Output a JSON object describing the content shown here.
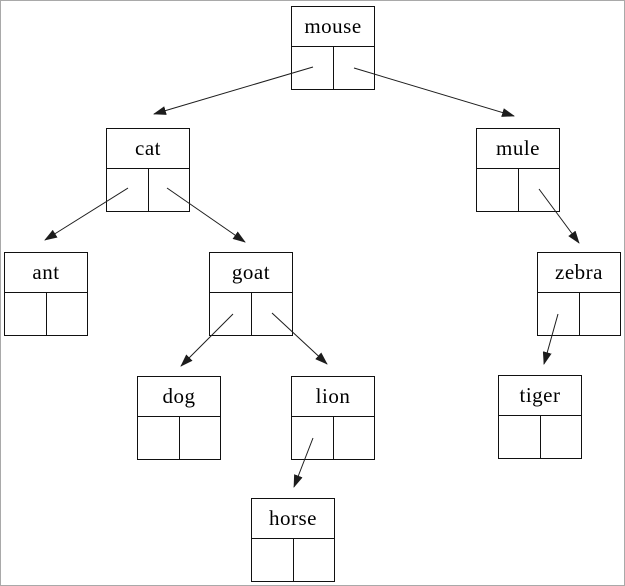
{
  "diagram": {
    "type": "binary-search-tree",
    "description": "Linked binary tree of animal names; each node box has a label row and two pointer cells (left child, right child). Arrows point from pointer cells to child nodes.",
    "colors": {
      "line": "#1c1c1c",
      "box_border": "#111111",
      "background": "#ffffff",
      "page_border": "#a9a9a9",
      "text": "#000000"
    },
    "nodes": [
      {
        "id": "mouse",
        "label": "mouse",
        "left_child": "cat",
        "right_child": "mule"
      },
      {
        "id": "cat",
        "label": "cat",
        "left_child": "ant",
        "right_child": "goat"
      },
      {
        "id": "mule",
        "label": "mule",
        "left_child": null,
        "right_child": "zebra"
      },
      {
        "id": "ant",
        "label": "ant",
        "left_child": null,
        "right_child": null
      },
      {
        "id": "goat",
        "label": "goat",
        "left_child": "dog",
        "right_child": "lion"
      },
      {
        "id": "zebra",
        "label": "zebra",
        "left_child": "tiger",
        "right_child": null
      },
      {
        "id": "dog",
        "label": "dog",
        "left_child": null,
        "right_child": null
      },
      {
        "id": "lion",
        "label": "lion",
        "left_child": "horse",
        "right_child": null
      },
      {
        "id": "tiger",
        "label": "tiger",
        "left_child": null,
        "right_child": null
      },
      {
        "id": "horse",
        "label": "horse",
        "left_child": null,
        "right_child": null
      }
    ],
    "edges": [
      {
        "from": "mouse",
        "pointer": "left",
        "to": "cat"
      },
      {
        "from": "mouse",
        "pointer": "right",
        "to": "mule"
      },
      {
        "from": "cat",
        "pointer": "left",
        "to": "ant"
      },
      {
        "from": "cat",
        "pointer": "right",
        "to": "goat"
      },
      {
        "from": "mule",
        "pointer": "right",
        "to": "zebra"
      },
      {
        "from": "goat",
        "pointer": "left",
        "to": "dog"
      },
      {
        "from": "goat",
        "pointer": "right",
        "to": "lion"
      },
      {
        "from": "zebra",
        "pointer": "left",
        "to": "tiger"
      },
      {
        "from": "lion",
        "pointer": "left",
        "to": "horse"
      }
    ]
  }
}
